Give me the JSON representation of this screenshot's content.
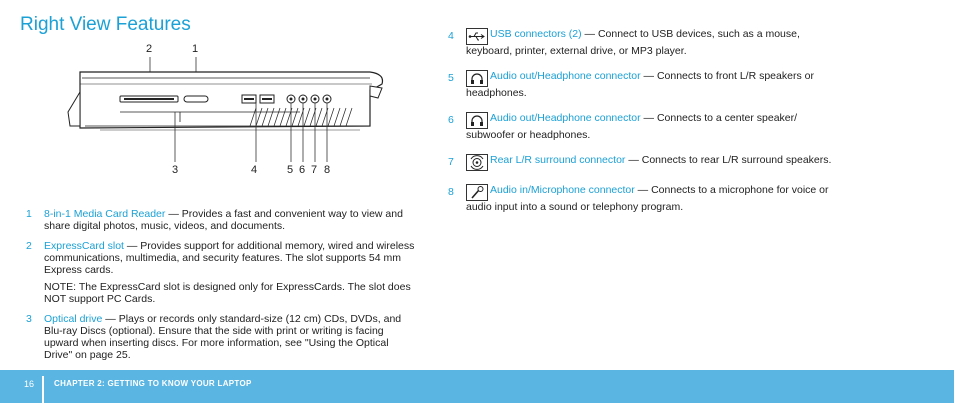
{
  "page": {
    "title": "Right View Features",
    "footer": {
      "page_number": "16",
      "chapter": "CHAPTER 2: GETTING TO KNOW  YOUR LAPTOP"
    }
  },
  "diagram": {
    "callouts_top": [
      "2",
      "1"
    ],
    "callouts_bottom": [
      "3",
      "4",
      "5",
      "6",
      "7",
      "8"
    ]
  },
  "left_items": [
    {
      "num": "1",
      "term": "8-in-1 Media Card Reader",
      "text": " — Provides a fast and convenient way to view and share digital photos, music, videos, and documents."
    },
    {
      "num": "2",
      "term": "ExpressCard slot",
      "text": " — Provides support for additional memory, wired and wireless communications, multimedia, and security features. The slot supports 54 mm Express cards.",
      "note_label": "NOTE:",
      "note_text": " The ExpressCard slot is designed only for ExpressCards. The slot does NOT support PC Cards."
    },
    {
      "num": "3",
      "term": "Optical drive",
      "text": " — Plays or records only standard-size (12 cm) CDs, DVDs, and Blu-ray Discs (optional). Ensure that the side with print or writing is facing upward when inserting discs. For more information, see \"Using the Optical Drive\" on page 25."
    }
  ],
  "right_items": [
    {
      "num": "4",
      "icon": "usb-icon",
      "term": "USB connectors (2)",
      "text": " — Connect to USB devices, such as a mouse, keyboard, printer, external drive, or MP3 player."
    },
    {
      "num": "5",
      "icon": "headphone-icon",
      "term": "Audio out/Headphone connector",
      "text": " — Connects to front L/R speakers or headphones."
    },
    {
      "num": "6",
      "icon": "headphone-icon",
      "term": "Audio out/Headphone connector",
      "text": " — Connects to a center speaker/ subwoofer or headphones."
    },
    {
      "num": "7",
      "icon": "surround-icon",
      "term": "Rear L/R surround connector",
      "text": " — Connects to rear L/R surround speakers."
    },
    {
      "num": "8",
      "icon": "microphone-icon",
      "term": "Audio in/Microphone connector",
      "text": " — Connects to a microphone for voice or audio input into a sound or telephony program."
    }
  ]
}
